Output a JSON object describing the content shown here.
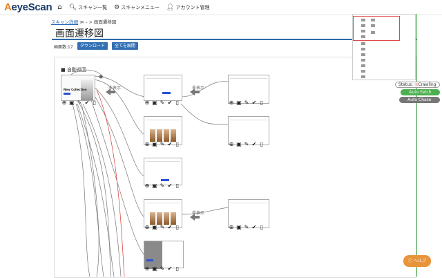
{
  "nav": {
    "logo_a": "A",
    "logo_eye": "eye",
    "logo_scan": "Scan",
    "items": [
      {
        "label": "スキャン一覧",
        "icon": "search-icon"
      },
      {
        "label": "スキャンメニュー",
        "icon": "gear-icon"
      },
      {
        "label": "アカウント管理",
        "icon": "user-icon"
      }
    ]
  },
  "breadcrumb": {
    "link": "スキャン詳細",
    "rest": " ≫ - > 画面遷移図"
  },
  "page": {
    "title": "画面遷移図",
    "count_label": "画面数:17",
    "download_label": "ダウンロード",
    "expand_label": "全てを展開",
    "group_label": "■ 自動巡回"
  },
  "hidden_label": "非表示",
  "status": {
    "status_label": "Status:",
    "status_value": "Crawling",
    "auto_fetch": "Auto Fetch",
    "auto_chase": "Auto Chase"
  },
  "help_label": "ⓘ ヘルプ",
  "colors": {
    "accent": "#3370b3",
    "green": "#4caf50",
    "help": "#e8943a",
    "edge_red": "#d33"
  }
}
